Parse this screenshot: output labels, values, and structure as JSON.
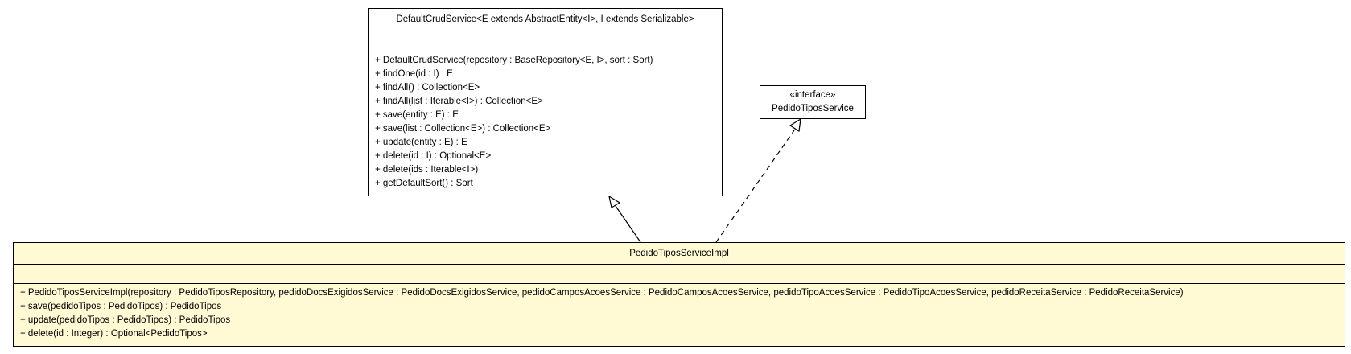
{
  "diagram": {
    "base_class": {
      "name": "DefaultCrudService<E extends AbstractEntity<I>, I extends Serializable>",
      "methods": [
        "+ DefaultCrudService(repository : BaseRepository<E, I>, sort : Sort)",
        "+ findOne(id : I) : E",
        "+ findAll() : Collection<E>",
        "+ findAll(list : Iterable<I>) : Collection<E>",
        "+ save(entity : E) : E",
        "+ save(list : Collection<E>) : Collection<E>",
        "+ update(entity : E) : E",
        "+ delete(id : I) : Optional<E>",
        "+ delete(ids : Iterable<I>)",
        "+ getDefaultSort() : Sort"
      ]
    },
    "interface": {
      "stereotype": "«interface»",
      "name": "PedidoTiposService"
    },
    "impl_class": {
      "name": "PedidoTiposServiceImpl",
      "methods": [
        "+ PedidoTiposServiceImpl(repository : PedidoTiposRepository, pedidoDocsExigidosService : PedidoDocsExigidosService, pedidoCamposAcoesService : PedidoCamposAcoesService, pedidoTipoAcoesService : PedidoTipoAcoesService, pedidoReceitaService : PedidoReceitaService)",
        "+ save(pedidoTipos : PedidoTipos) : PedidoTipos",
        "+ update(pedidoTipos : PedidoTipos) : PedidoTipos",
        "+ delete(id : Integer) : Optional<PedidoTipos>"
      ]
    },
    "colors": {
      "impl_fill": "#fff9d4",
      "class_fill": "#ffffff",
      "line": "#000000"
    }
  }
}
